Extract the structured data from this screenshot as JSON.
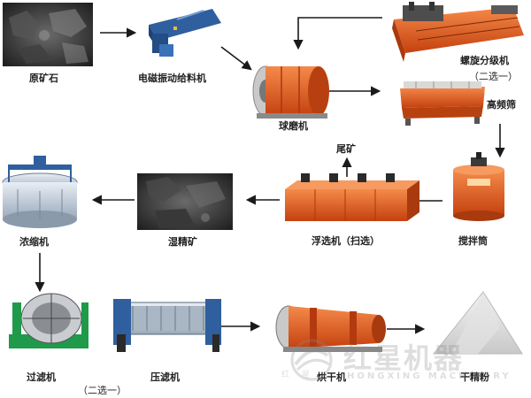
{
  "nodes": [
    {
      "id": "raw_ore",
      "label": "原矿石"
    },
    {
      "id": "feeder",
      "label": "电磁振动给料机"
    },
    {
      "id": "ball_mill",
      "label": "球磨机"
    },
    {
      "id": "spiral_classifier",
      "label": "螺旋分级机"
    },
    {
      "id": "alt_note_top",
      "label": "（二选一）"
    },
    {
      "id": "hf_screen",
      "label": "高频筛"
    },
    {
      "id": "agitator",
      "label": "搅拌筒"
    },
    {
      "id": "flotation",
      "label": "浮选机（扫选）"
    },
    {
      "id": "tailings",
      "label": "尾矿"
    },
    {
      "id": "wet_concentrate",
      "label": "湿精矿"
    },
    {
      "id": "thickener",
      "label": "浓缩机"
    },
    {
      "id": "vacuum_filter",
      "label": "过滤机"
    },
    {
      "id": "alt_note_bottom",
      "label": "（二选一）"
    },
    {
      "id": "filter_press",
      "label": "压滤机"
    },
    {
      "id": "dryer",
      "label": "烘干机"
    },
    {
      "id": "dry_concentrate",
      "label": "干精粉"
    }
  ],
  "edges": [
    {
      "from": "raw_ore",
      "to": "feeder"
    },
    {
      "from": "feeder",
      "to": "ball_mill"
    },
    {
      "from": "spiral_classifier",
      "to": "ball_mill"
    },
    {
      "from": "ball_mill",
      "to": "hf_screen"
    },
    {
      "from": "hf_screen",
      "to": "agitator"
    },
    {
      "from": "agitator",
      "to": "flotation"
    },
    {
      "from": "flotation",
      "to": "tailings"
    },
    {
      "from": "flotation",
      "to": "wet_concentrate"
    },
    {
      "from": "wet_concentrate",
      "to": "thickener"
    },
    {
      "from": "thickener",
      "to": "vacuum_filter"
    },
    {
      "from": "filter_press",
      "to": "dryer"
    },
    {
      "from": "dryer",
      "to": "dry_concentrate"
    }
  ],
  "watermark": {
    "text_cn": "红星机器",
    "text_en": "HONGXING MACHINERY",
    "logo_text": "红星"
  },
  "colors": {
    "machine_orange": "#e8591c",
    "arrow": "#1a1a1a",
    "ore_dark": "#2b2b2b",
    "steel_blue": "#3e6fb0"
  }
}
